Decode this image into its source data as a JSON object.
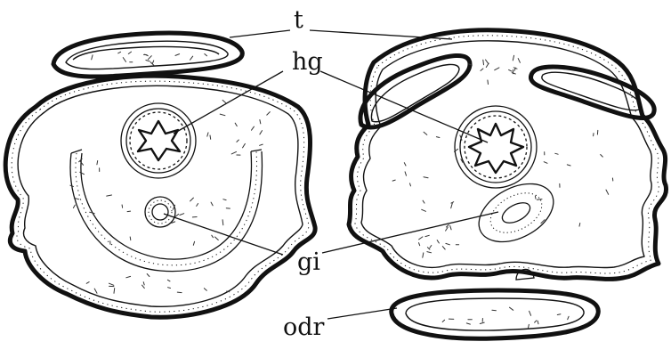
{
  "labels": {
    "t": "t",
    "hg": "hg",
    "gi": "gi",
    "odr": "odr"
  },
  "colors": {
    "ink": "#111111",
    "paper": "#ffffff"
  }
}
